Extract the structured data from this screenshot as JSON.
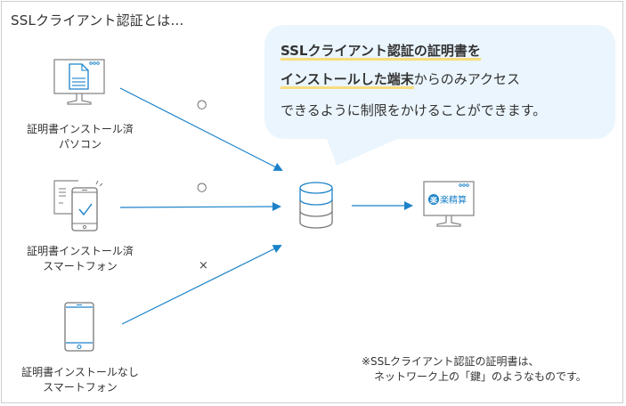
{
  "title": "SSLクライアント認証とは…",
  "bubble": {
    "line1_bold": "SSLクライアント認証の証明書を",
    "line2_bold": "インストールした端末",
    "line2_rest": "からのみアクセス",
    "line3": "できるように制限をかけることができます。"
  },
  "devices": [
    {
      "label_line1": "証明書インストール済",
      "label_line2": "パソコン",
      "icon": "desktop-document-icon",
      "access_mark": "○",
      "allowed": true
    },
    {
      "label_line1": "証明書インストール済",
      "label_line2": "スマートフォン",
      "icon": "smartphone-certificate-icon",
      "access_mark": "○",
      "allowed": true
    },
    {
      "label_line1": "証明書インストールなし",
      "label_line2": "スマートフォン",
      "icon": "smartphone-icon",
      "access_mark": "×",
      "allowed": false
    }
  ],
  "server": {
    "icon": "database-icon"
  },
  "target": {
    "icon": "monitor-app-icon",
    "logo_glyph": "楽",
    "app_name": "楽精算"
  },
  "note": {
    "line1": "※SSLクライアント認証の証明書は、",
    "line2": "ネットワーク上の「鍵」のようなものです。"
  },
  "colors": {
    "accent_blue": "#1b82c9",
    "icon_gray": "#777777",
    "bubble_bg": "#eaf5fd",
    "highlight_yellow": "#f7dc7e"
  }
}
